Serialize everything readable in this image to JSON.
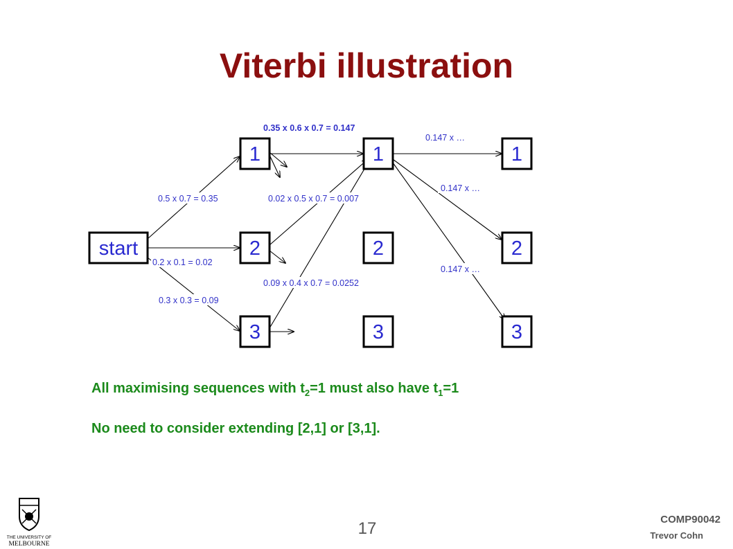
{
  "title": "Viterbi illustration",
  "diagram": {
    "start_label": "start",
    "columns": [
      [
        "1",
        "2",
        "3"
      ],
      [
        "1",
        "2",
        "3"
      ],
      [
        "1",
        "2",
        "3"
      ]
    ],
    "edge_labels": {
      "start_to_1": "0.5 x 0.7 = 0.35",
      "start_to_2": "0.2 x 0.1 = 0.02",
      "start_to_3": "0.3 x 0.3 = 0.09",
      "t1_1_to_t2_1": "0.35 x 0.6 x 0.7 = 0.147",
      "t1_2_to_t2_1": "0.02 x 0.5 x 0.7 = 0.007",
      "t1_3_to_t2_1": "0.09 x 0.4 x 0.7 = 0.0252",
      "t2_1_to_t3_1": "0.147 x …",
      "t2_1_to_t3_2": "0.147 x …",
      "t2_1_to_t3_3": "0.147 x …"
    }
  },
  "notes": {
    "line1_prefix": "All maximising sequences with t",
    "line1_sub_a": "2",
    "line1_middle": "=1 must also have t",
    "line1_sub_b": "1",
    "line1_suffix": "=1",
    "line2": "No need to consider extending [2,1] or [3,1]."
  },
  "footer": {
    "page_number": "17",
    "course_code": "COMP90042",
    "author": "Trevor Cohn",
    "logo_text_line1": "THE UNIVERSITY OF",
    "logo_text_line2": "MELBOURNE"
  }
}
